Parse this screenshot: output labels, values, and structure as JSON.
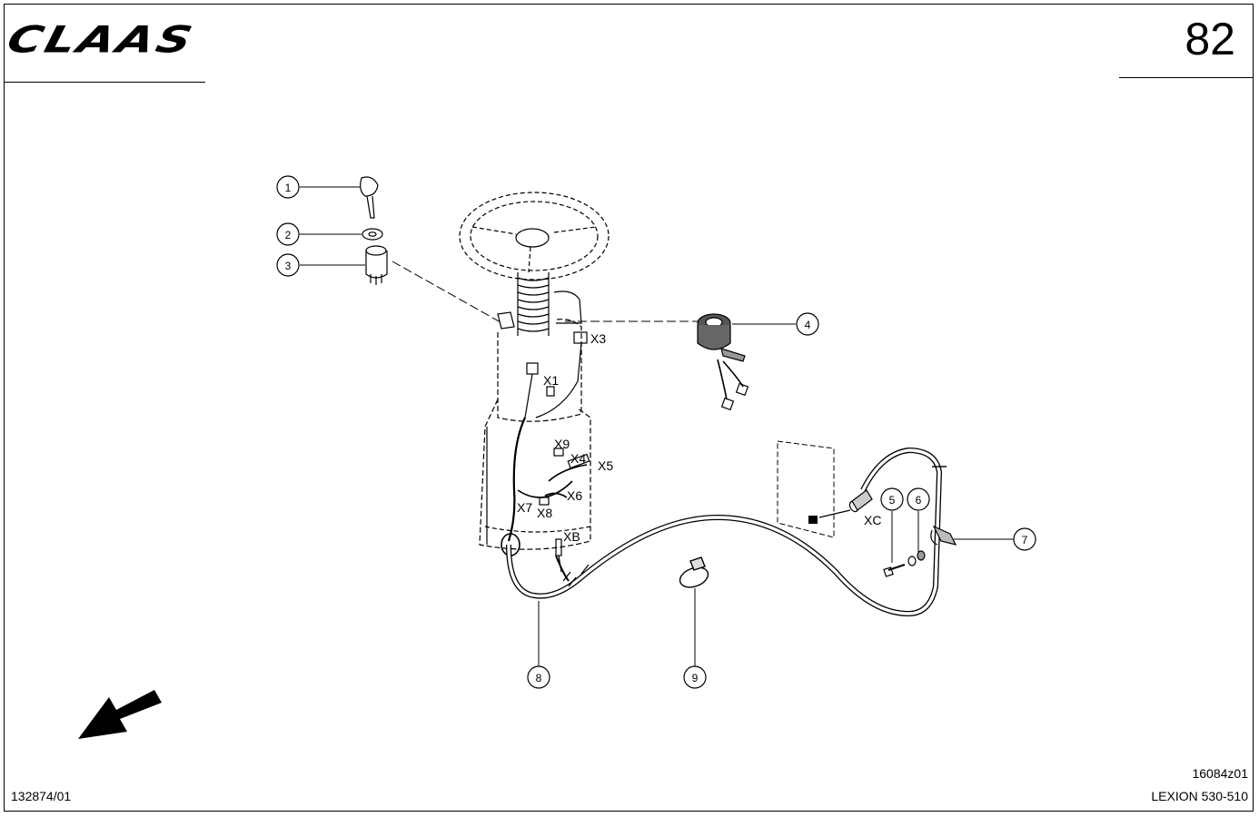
{
  "header": {
    "brand": "CLAAS",
    "page_number": "82"
  },
  "callouts": [
    "1",
    "2",
    "3",
    "4",
    "5",
    "6",
    "7",
    "8",
    "9"
  ],
  "connector_labels": {
    "x1": "X1",
    "x3": "X3",
    "x4": "X4",
    "x5": "X5",
    "x6": "X6",
    "x7": "X7",
    "x8": "X8",
    "x9": "X9",
    "xb": "XB",
    "xc": "XC"
  },
  "footer": {
    "drawing_number": "132874/01",
    "figure_code": "16084z01",
    "model": "LEXION 530-510"
  }
}
